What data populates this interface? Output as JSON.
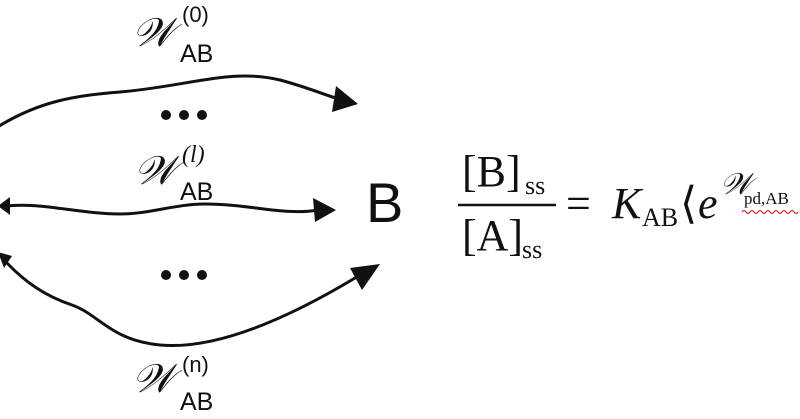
{
  "labels": {
    "w_symbol": "𝒲",
    "path_0": {
      "sub": "AB",
      "sup": "(0)"
    },
    "path_l": {
      "sub": "AB",
      "sup": "(l)"
    },
    "path_n": {
      "sub": "AB",
      "sup": "(n)"
    },
    "ellipsis": "•••"
  },
  "node": {
    "target": "B"
  },
  "equation": {
    "numerator": "[B]",
    "numerator_sub": "ss",
    "denominator": "[A]",
    "denominator_sub": "ss",
    "equals": "=",
    "K": "K",
    "K_sub": "AB",
    "bracket": "⟨",
    "e": "e",
    "exp_symbol": "𝒲",
    "exp_sub": "pd,AB"
  },
  "colors": {
    "ink": "#111111",
    "spellcheck_underline": "#d62a2a"
  }
}
